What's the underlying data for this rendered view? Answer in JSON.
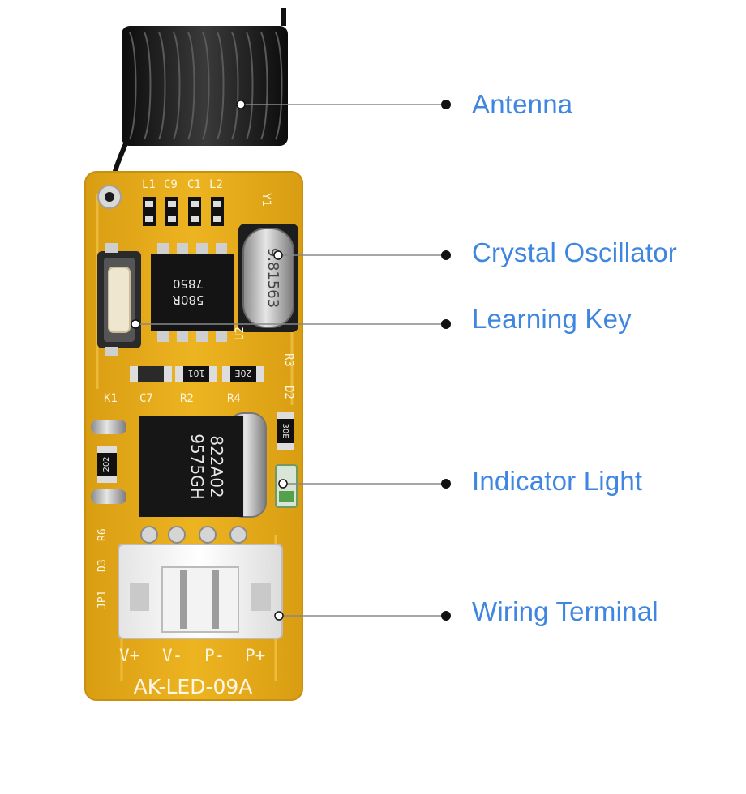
{
  "labels": {
    "antenna": "Antenna",
    "crystal_oscillator": "Crystal Oscillator",
    "learning_key": "Learning Key",
    "indicator_light": "Indicator Light",
    "wiring_terminal": "Wiring Terminal"
  },
  "board": {
    "model": "AK-LED-09A",
    "silkscreen": {
      "l1": "L1",
      "c9": "C9",
      "c1": "C1",
      "l2": "L2",
      "y1": "Y1",
      "k1": "K1",
      "c7": "C7",
      "r2": "R2",
      "r4": "R4",
      "r3": "R3",
      "d2": "D2",
      "u2": "U2",
      "r6": "R6",
      "d3": "D3",
      "jp1": "JP1",
      "terminal_pins": [
        "V+",
        "V-",
        "P-",
        "P+"
      ]
    },
    "parts": {
      "crystal_marking": "9.81563",
      "ic_top_line1": "580R",
      "ic_top_line2": "7850",
      "regulator_line1": "9575GH",
      "regulator_line2": "822A02",
      "resistor_r2": "101",
      "resistor_r4": "20E",
      "resistor_r3": "30E",
      "resistor_r6": "202"
    }
  },
  "colors": {
    "label_text": "#3f86e0",
    "board": "#e7ad1a",
    "board_edge": "#c98f10",
    "leader_line": "#888888",
    "leader_dot": "#111111"
  }
}
